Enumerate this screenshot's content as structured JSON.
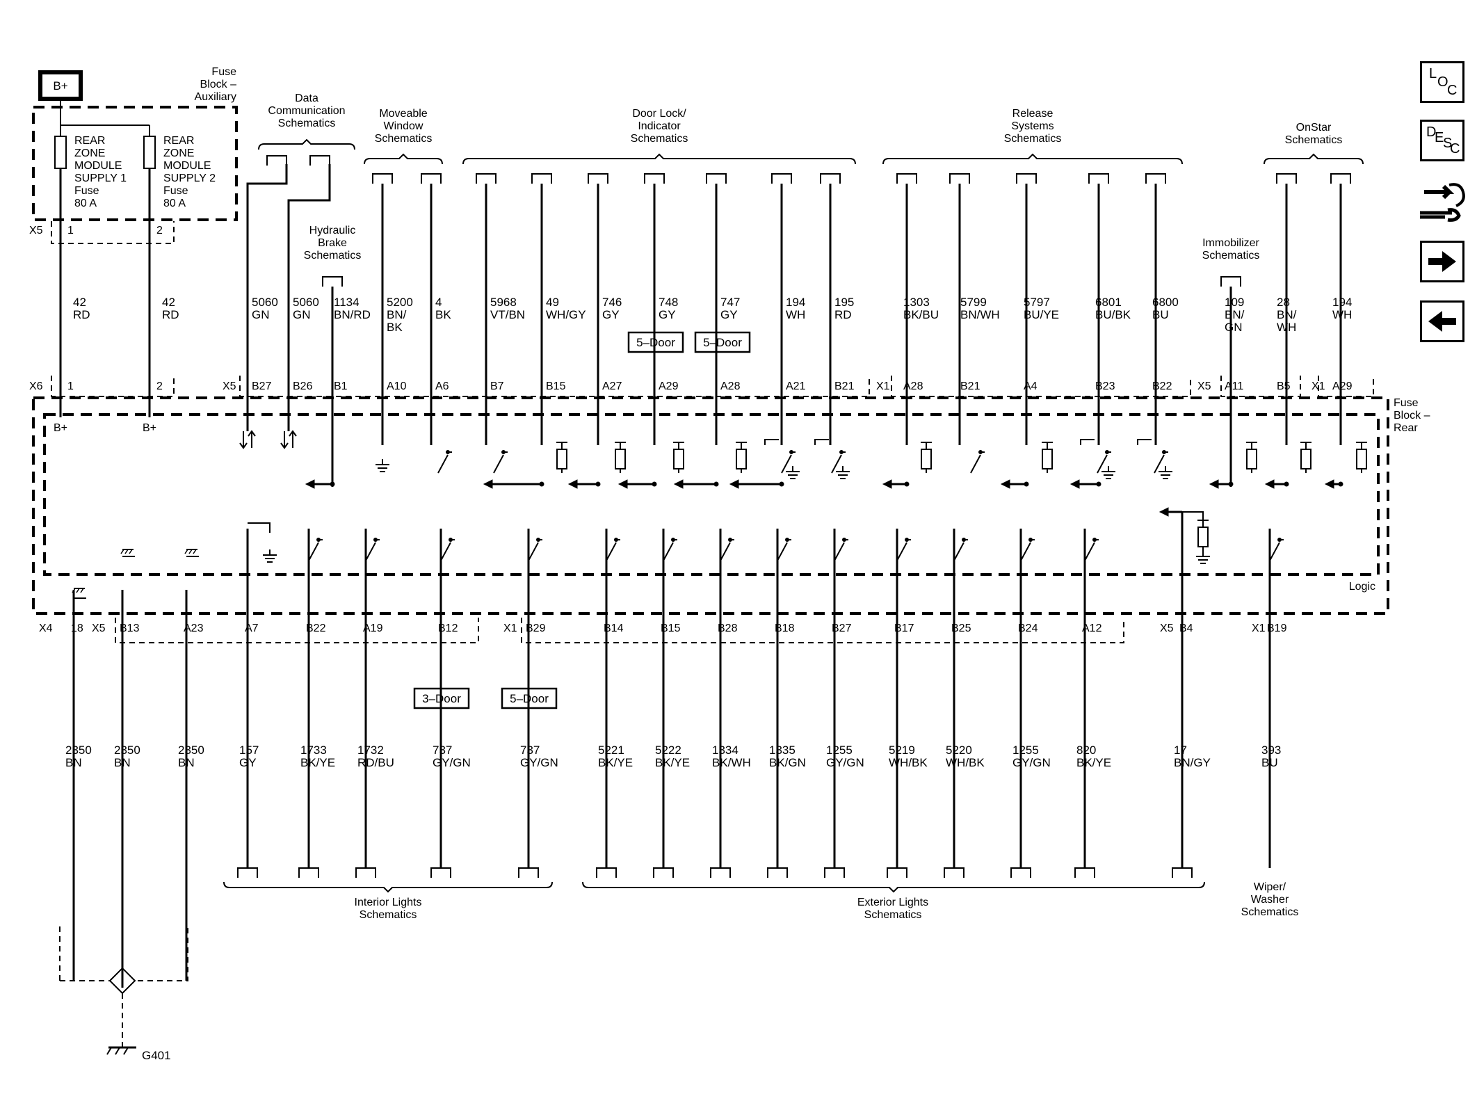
{
  "power": {
    "label": "B+"
  },
  "fuse_block_aux": {
    "title_lines": [
      "Fuse",
      "Block –",
      "Auxiliary"
    ]
  },
  "fuses": [
    {
      "lines": [
        "REAR",
        "ZONE",
        "MODULE",
        "SUPPLY 1",
        "Fuse",
        "80 A"
      ]
    },
    {
      "lines": [
        "REAR",
        "ZONE",
        "MODULE",
        "SUPPLY 2",
        "Fuse",
        "80 A"
      ]
    }
  ],
  "aux_connector": {
    "name": "X5",
    "pins": [
      "1",
      "2"
    ]
  },
  "feed_wires": [
    {
      "circuit": "42",
      "color": "RD"
    },
    {
      "circuit": "42",
      "color": "RD"
    }
  ],
  "top_groups": [
    {
      "lines": [
        "Data",
        "Communication",
        "Schematics"
      ]
    },
    {
      "lines": [
        "Moveable",
        "Window",
        "Schematics"
      ]
    },
    {
      "lines": [
        "Door Lock/",
        "Indicator",
        "Schematics"
      ]
    },
    {
      "lines": [
        "Release",
        "Systems",
        "Schematics"
      ]
    },
    {
      "lines": [
        "OnStar",
        "Schematics"
      ]
    },
    {
      "lines": [
        "Hydraulic",
        "Brake",
        "Schematics"
      ]
    },
    {
      "lines": [
        "Immobilizer",
        "Schematics"
      ]
    }
  ],
  "top_wires": [
    {
      "circuit": "5060",
      "color": "GN",
      "pin": "B27"
    },
    {
      "circuit": "5060",
      "color": "GN",
      "pin": "B26"
    },
    {
      "circuit": "1134",
      "color": "BN/RD",
      "pin": "B1"
    },
    {
      "circuit": "5200",
      "color": "BN/\nBK",
      "pin": "A10"
    },
    {
      "circuit": "4",
      "color": "BK",
      "pin": "A6"
    },
    {
      "circuit": "5968",
      "color": "VT/BN",
      "pin": "B7"
    },
    {
      "circuit": "49",
      "color": "WH/GY",
      "pin": "B15"
    },
    {
      "circuit": "746",
      "color": "GY",
      "pin": "A27"
    },
    {
      "circuit": "748",
      "color": "GY",
      "pin": "A29"
    },
    {
      "circuit": "747",
      "color": "GY",
      "pin": "A28"
    },
    {
      "circuit": "194",
      "color": "WH",
      "pin": "A21"
    },
    {
      "circuit": "195",
      "color": "RD",
      "pin": "B21"
    },
    {
      "circuit": "1303",
      "color": "BK/BU",
      "pin": "A28"
    },
    {
      "circuit": "5799",
      "color": "BN/WH",
      "pin": "B21"
    },
    {
      "circuit": "5797",
      "color": "BU/YE",
      "pin": "A4"
    },
    {
      "circuit": "6801",
      "color": "BU/BK",
      "pin": "B23"
    },
    {
      "circuit": "6800",
      "color": "BU",
      "pin": "B22"
    },
    {
      "circuit": "109",
      "color": "BN/\nGN",
      "pin": "A11"
    },
    {
      "circuit": "28",
      "color": "BN/\nWH",
      "pin": "B5"
    },
    {
      "circuit": "194",
      "color": "WH",
      "pin": "A29"
    }
  ],
  "top_connectors": [
    "X6",
    "X5",
    "X1",
    "X5",
    "X1"
  ],
  "top_x6_pins": [
    "1",
    "2"
  ],
  "bplus_labels": [
    "B+",
    "B+"
  ],
  "variant_tags": {
    "five_door": "5–Door",
    "three_door": "3–Door"
  },
  "fuse_block_rear": {
    "title_lines": [
      "Fuse",
      "Block –",
      "Rear"
    ],
    "logic_label": "Logic"
  },
  "bottom_connectors": [
    "X4",
    "X5",
    "X1",
    "X5",
    "X1"
  ],
  "bottom_wires": [
    {
      "circuit": "2350",
      "color": "BN",
      "pin": "18"
    },
    {
      "circuit": "2350",
      "color": "BN",
      "pin": "B13"
    },
    {
      "circuit": "2350",
      "color": "BN",
      "pin": "A23"
    },
    {
      "circuit": "157",
      "color": "GY",
      "pin": "A7"
    },
    {
      "circuit": "1733",
      "color": "BK/YE",
      "pin": "B22"
    },
    {
      "circuit": "1732",
      "color": "RD/BU",
      "pin": "A19"
    },
    {
      "circuit": "737",
      "color": "GY/GN",
      "pin": "B12"
    },
    {
      "circuit": "737",
      "color": "GY/GN",
      "pin": "B29"
    },
    {
      "circuit": "5221",
      "color": "BK/YE",
      "pin": "B14"
    },
    {
      "circuit": "5222",
      "color": "BK/YE",
      "pin": "B15"
    },
    {
      "circuit": "1334",
      "color": "BK/WH",
      "pin": "B28"
    },
    {
      "circuit": "1335",
      "color": "BK/GN",
      "pin": "B18"
    },
    {
      "circuit": "1255",
      "color": "GY/GN",
      "pin": "B27"
    },
    {
      "circuit": "5219",
      "color": "WH/BK",
      "pin": "B17"
    },
    {
      "circuit": "5220",
      "color": "WH/BK",
      "pin": "B25"
    },
    {
      "circuit": "1255",
      "color": "GY/GN",
      "pin": "B24"
    },
    {
      "circuit": "820",
      "color": "BK/YE",
      "pin": "A12"
    },
    {
      "circuit": "17",
      "color": "BN/GY",
      "pin": "B4"
    },
    {
      "circuit": "393",
      "color": "BU",
      "pin": "B19"
    }
  ],
  "bottom_groups": [
    {
      "lines": [
        "Interior Lights",
        "Schematics"
      ]
    },
    {
      "lines": [
        "Exterior Lights",
        "Schematics"
      ]
    },
    {
      "lines": [
        "Wiper/",
        "Washer",
        "Schematics"
      ]
    }
  ],
  "ground": {
    "label": "G401"
  },
  "nav": {
    "loc": [
      "L",
      "O",
      "C"
    ],
    "desc": [
      "D",
      "E",
      "S",
      "C"
    ]
  }
}
